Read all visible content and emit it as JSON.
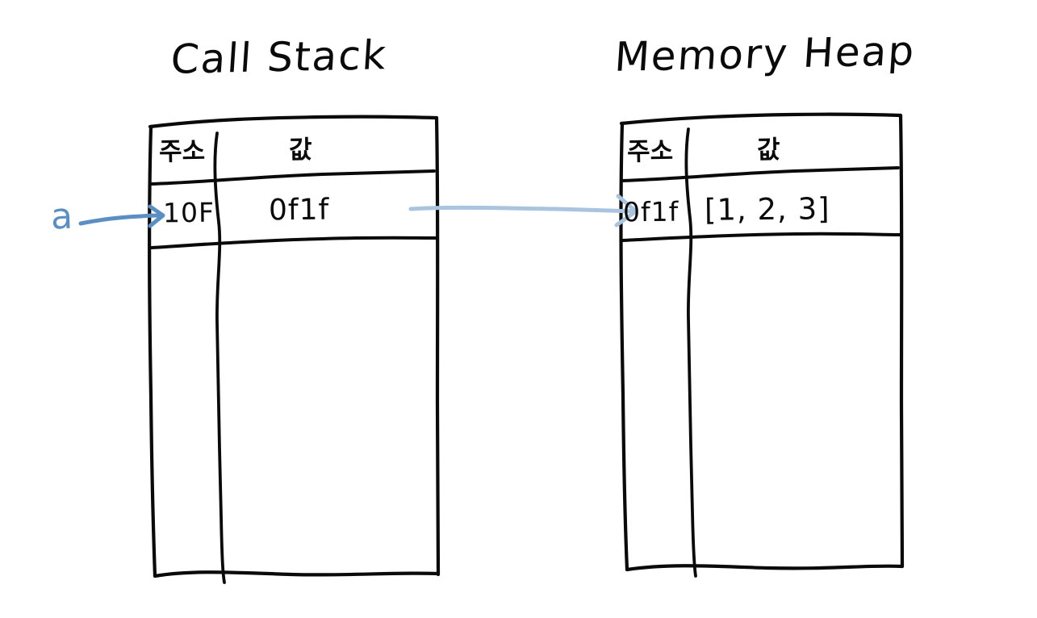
{
  "diagram": {
    "kind": "hand-drawn-sketch",
    "background_color": "#ffffff",
    "ink_color": "#0a0a0a",
    "accent_color": "#5b8fc4",
    "arrow_color": "#a8c4de"
  },
  "call_stack": {
    "title": "Call Stack",
    "columns": [
      "주소",
      "값"
    ],
    "rows": [
      {
        "address": "10F",
        "value": "0f1f"
      }
    ]
  },
  "memory_heap": {
    "title": "Memory Heap",
    "columns": [
      "주소",
      "값"
    ],
    "rows": [
      {
        "address": "0f1f",
        "value": "[1, 2, 3]"
      }
    ]
  },
  "annotations": {
    "variable_label": "a",
    "variable_arrow": "arrow-right-icon",
    "reference_arrow": "arrow-right-icon"
  }
}
